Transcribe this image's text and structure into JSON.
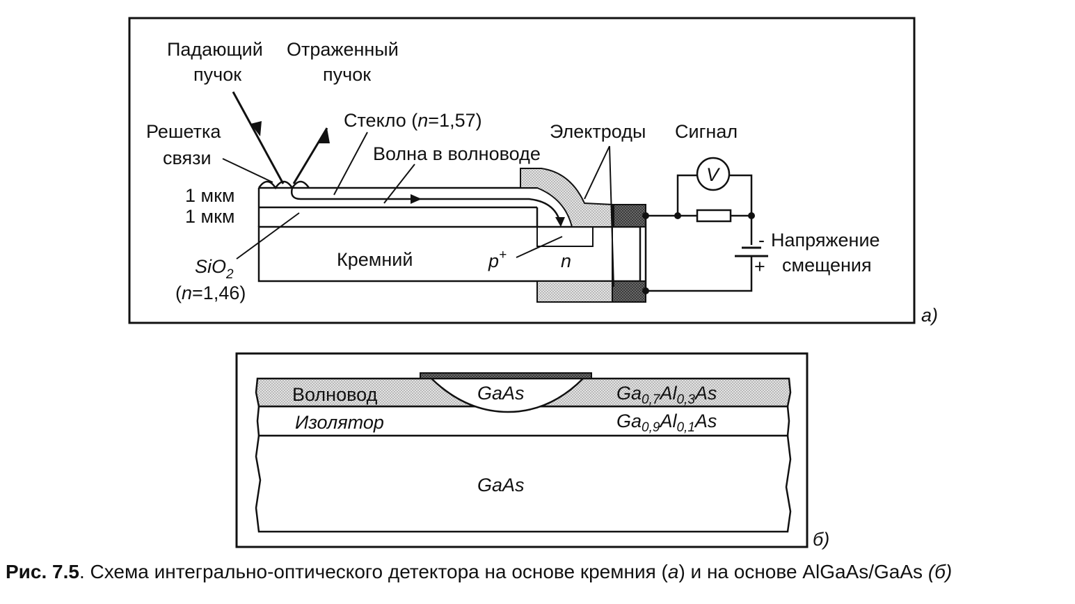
{
  "panel_a": {
    "incident_beam": [
      "Падающий",
      "пучок"
    ],
    "reflected_beam": [
      "Отраженный",
      "пучок"
    ],
    "glass": "Стекло (",
    "glass_n": "n",
    "glass_val": "=1,57)",
    "grating": [
      "Решетка",
      "связи"
    ],
    "guided_wave": "Волна в волноводе",
    "electrodes": "Электроды",
    "signal": "Сигнал",
    "thickness_1": "1 мкм",
    "thickness_2": "1 мкм",
    "sio2_main": "SiO",
    "sio2_sub": "2",
    "sio2_n_open": "(",
    "sio2_n": "n",
    "sio2_n_val": "=1,46)",
    "silicon": "Кремний",
    "p_plus": "p",
    "p_plus_sup": "+",
    "n_region": "n",
    "voltmeter": "V",
    "minus": "-",
    "plus": "+",
    "bias": [
      "Напряжение",
      "смещения"
    ],
    "panel_label": "а)"
  },
  "panel_b": {
    "waveguide": "Волновод",
    "gaas_top": "GaAs",
    "layer1_parts": [
      "Ga",
      "0,7",
      "Al",
      "0,3",
      "As"
    ],
    "insulator": "Изолятор",
    "layer2_parts": [
      "Ga",
      "0,9",
      "Al",
      "0,1",
      "As"
    ],
    "substrate": "GaAs",
    "panel_label": "б)"
  },
  "caption": {
    "number": "Рис. 7.5",
    "text_1": ". Схема интегрально-оптического детектора на основе кремния (",
    "ref_a": "а",
    "text_2": ") и на основе AlGaAs/GaAs ",
    "ref_b": "(б)"
  },
  "colors": {
    "line": "#111111",
    "electrode_light": "#c8c8c8",
    "electrode_dark": "#5a5a5a",
    "waveguide_fill": "#d6d6d6"
  }
}
